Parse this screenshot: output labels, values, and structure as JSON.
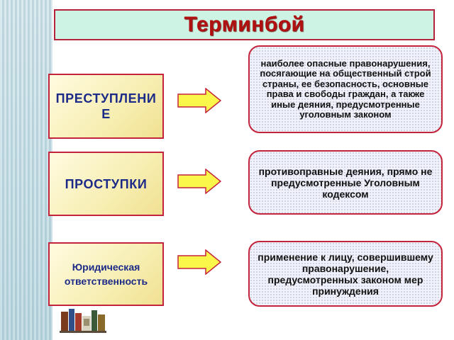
{
  "title": "Терминбой",
  "terms": [
    {
      "label": "ПРЕСТУПЛЕНИЕ",
      "definition": "наиболее опасные правонарушения, посягающие на общественный строй страны, ее безопасность, основные права и свободы граждан, а также иные деяния, предусмотренные уголовным законом"
    },
    {
      "label": "ПРОСТУПКИ",
      "definition": "противоправные деяния, прямо не предусмотренные Уголовным кодексом"
    },
    {
      "label": "Юридическая ответственность",
      "definition": "применение к лицу, совершившему правонарушение, предусмотренных законом мер принуждения"
    }
  ],
  "colors": {
    "title_text": "#b01010",
    "title_bg": "#cdf3e4",
    "border": "#c3243c",
    "term_text": "#1c2a88",
    "arrow_fill": "#fbf64a"
  },
  "icons": [
    "right-arrow-icon",
    "books-icon"
  ]
}
